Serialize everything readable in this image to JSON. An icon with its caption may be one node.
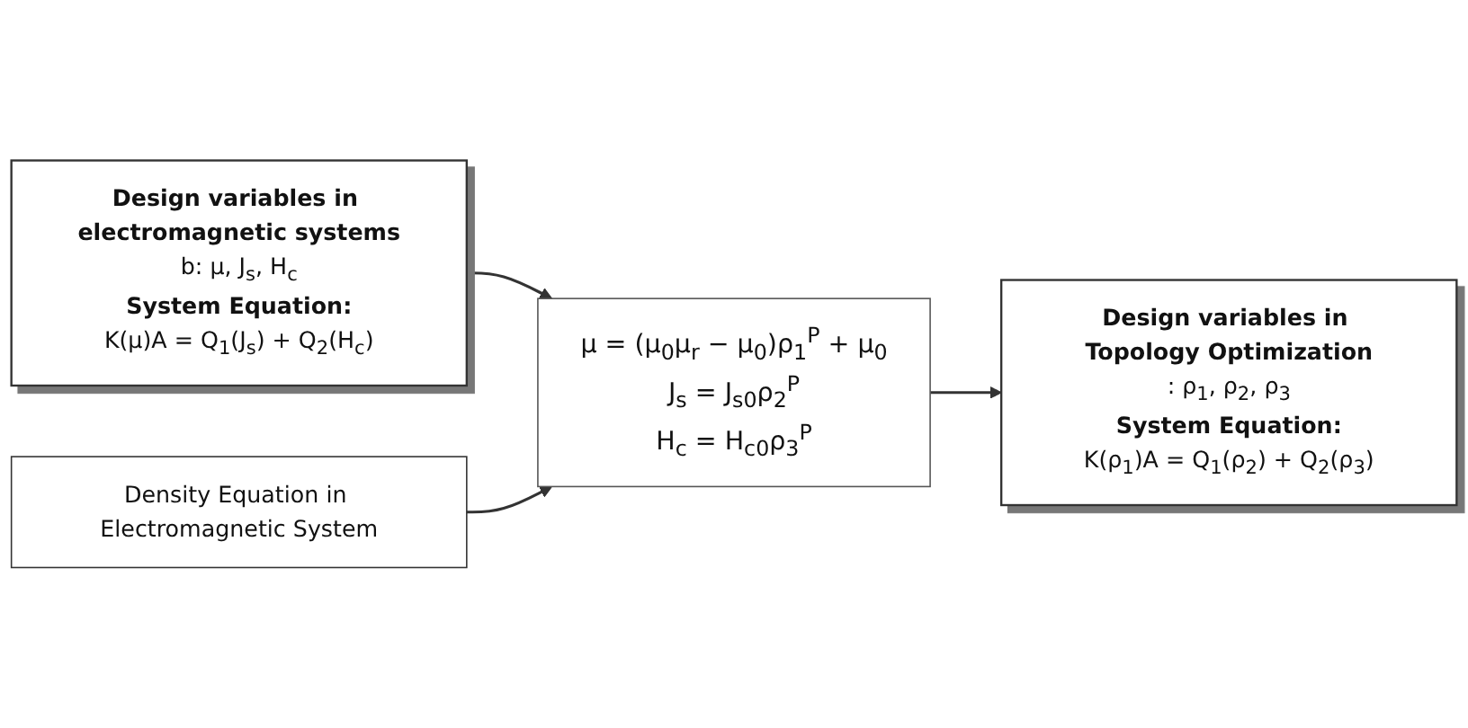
{
  "diagram": {
    "nodes": [
      {
        "text": [
          "Design variables in electromagnetic systems",
          "b: μ, J$_{s}$, H$_{c}$",
          "System Equation:",
          "K(μ)A = Q$_{1}$(J$_{s}$) + Q$_{2}$(H$_{c}$)"
        ]
      },
      {
        "text": [
          "Design variables in Topology Optimization",
          ": ρ$_{1}$, ρ$_{2}$, ρ$_{3}$",
          "System Equation:",
          "K(ρ$_{1}$)A = Q$_{1}$(ρ$_{2}$) + Q$_{2}$(ρ$_{3}$)"
        ]
      },
      {
        "text": [
          "μ = (μ$_{0}$μ$_{r}$ − μ$_{0}$)ρ$_{1}$$^{P}$ + μ$_{0}$",
          "J$_{s}$ = J$_{s0}$ρ$_{2}$$^{P}$",
          "H$_{c}$ = H$_{c0}$ρ$_{3}$$^{P}$"
        ]
      },
      {
        "text": [
          "Density Equation in Electromagnetic System"
        ]
      }
    ],
    "edges": [
      {
        "from": 0,
        "to": 2,
        "arrow": "to"
      },
      {
        "from": 2,
        "to": 1,
        "arrow": "to"
      },
      {
        "from": 3,
        "to": 2,
        "arrow": "to"
      }
    ]
  }
}
